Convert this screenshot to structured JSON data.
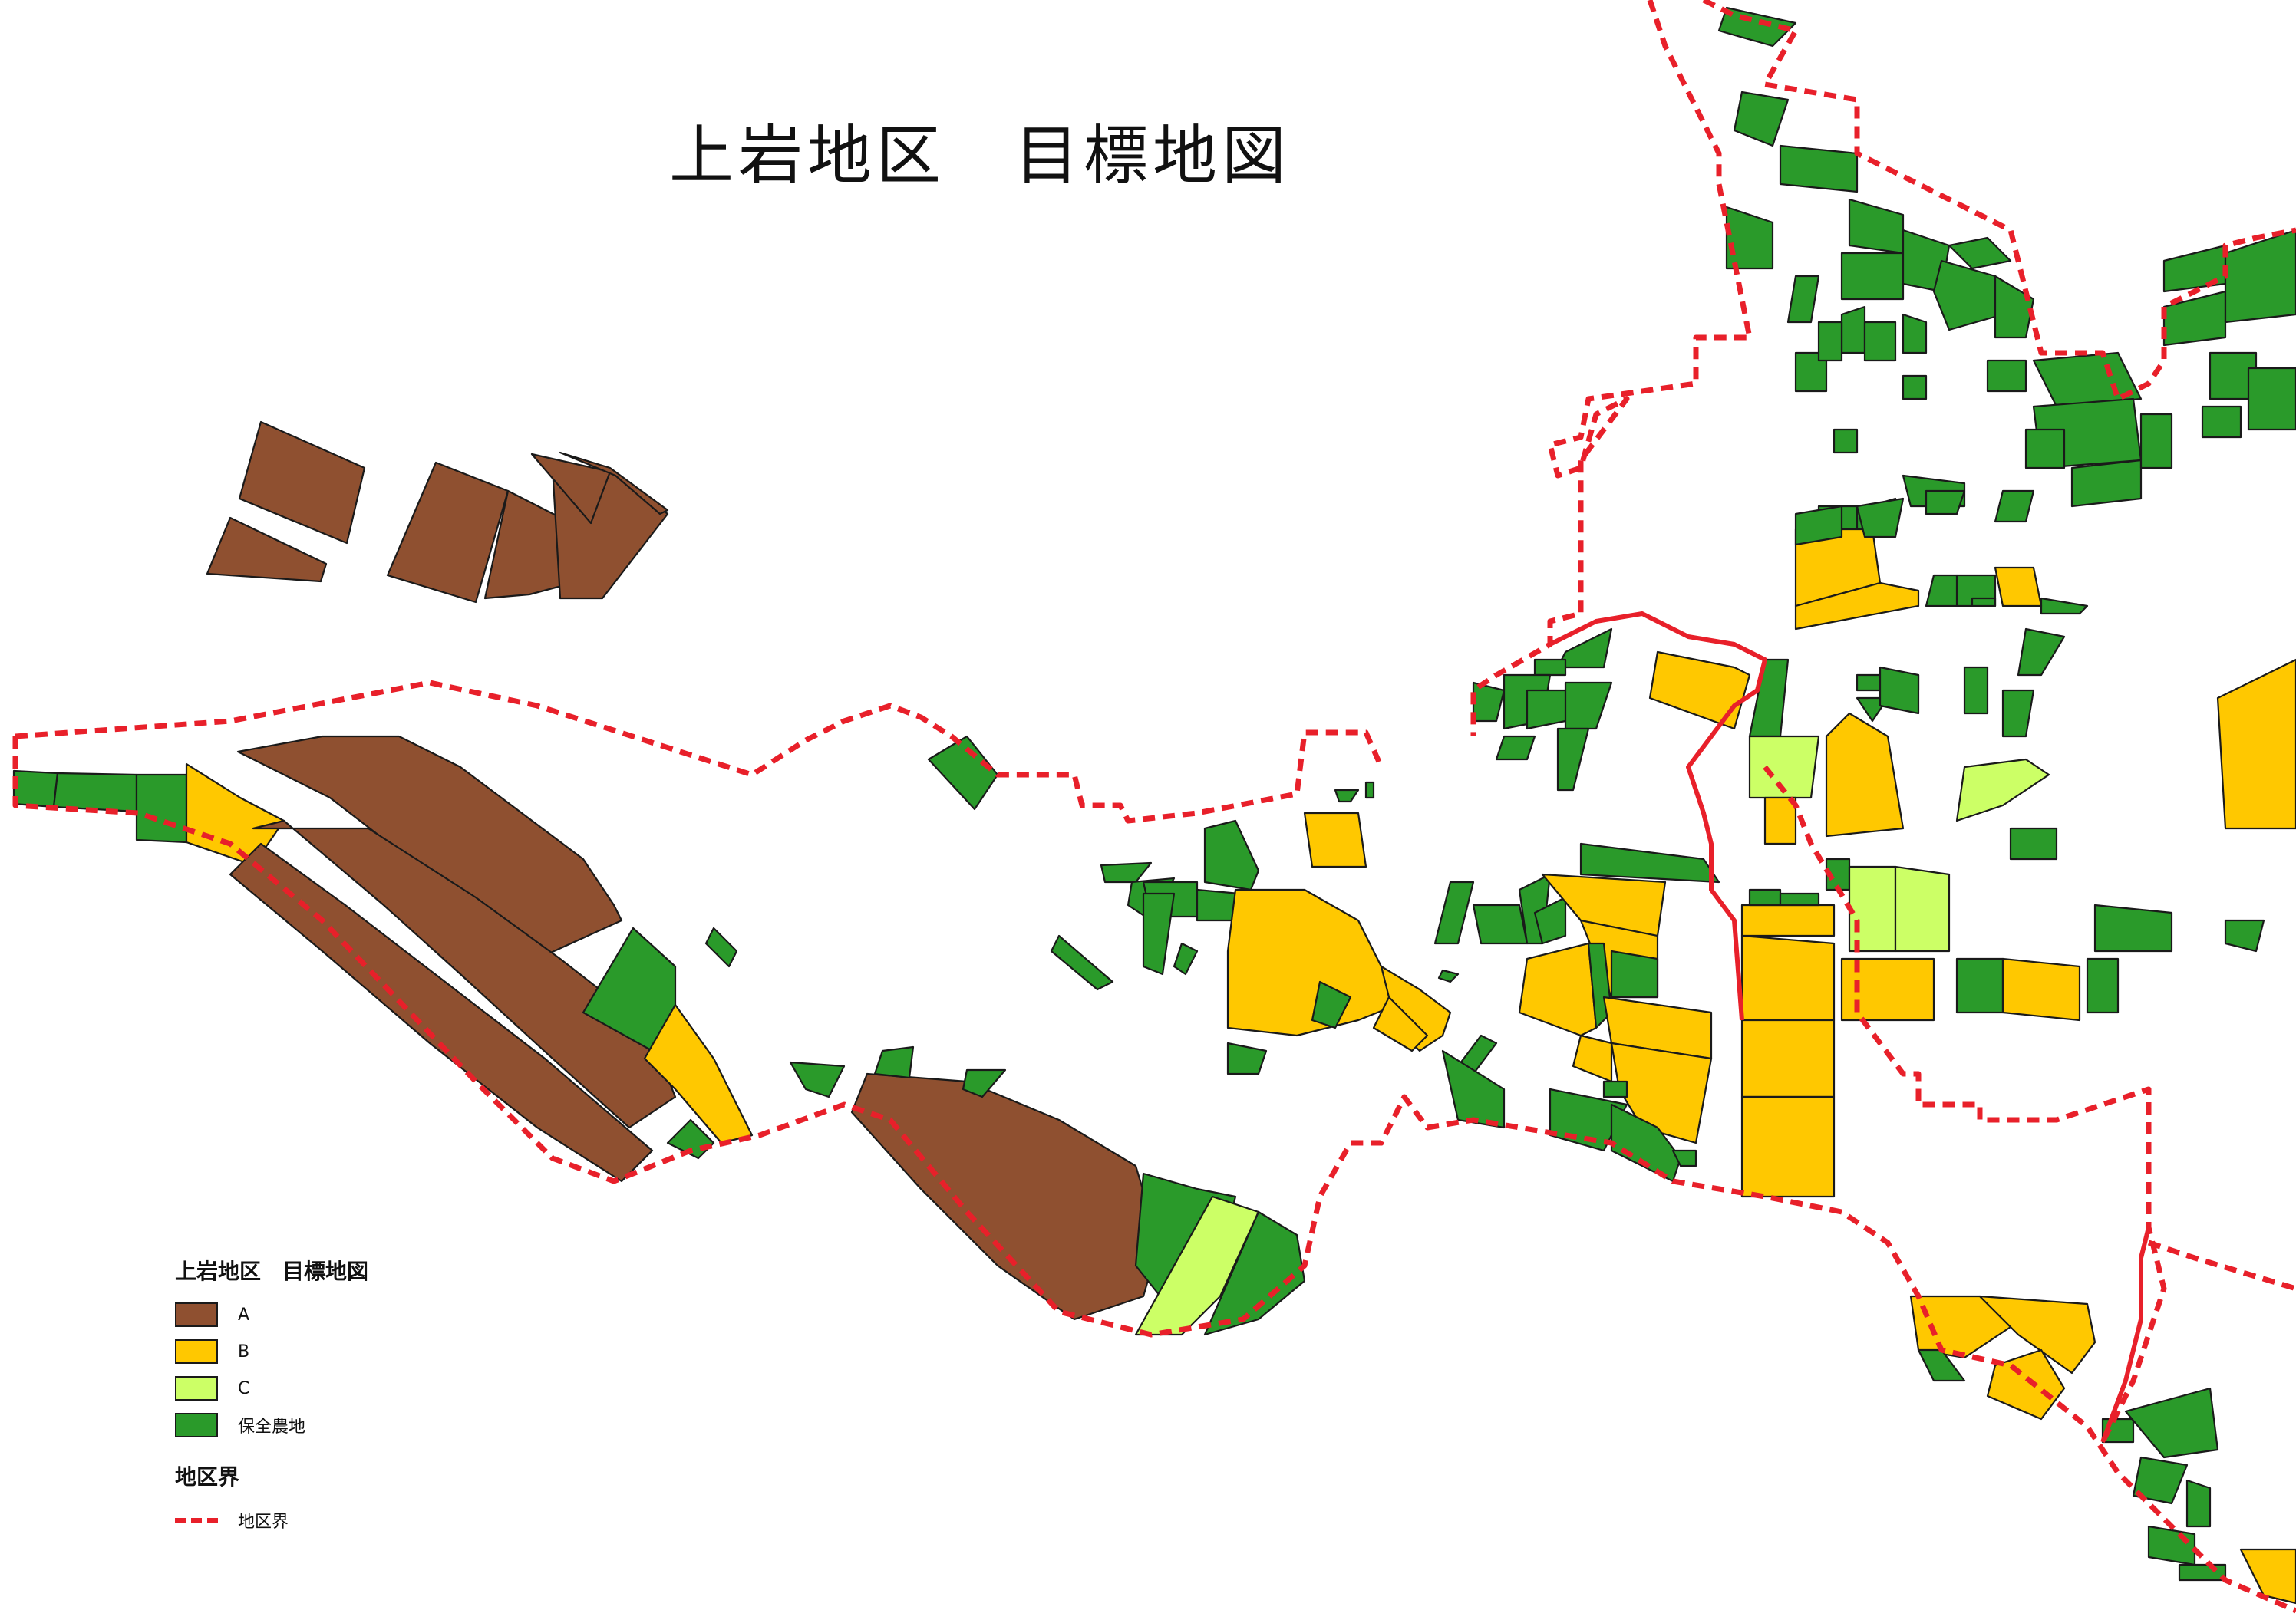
{
  "title": "上岩地区　目標地図",
  "colors": {
    "A": "#8f5030",
    "B": "#ffc800",
    "C": "#ccff66",
    "conserve": "#2a9a2a",
    "boundary": "#e8202a"
  },
  "legend": {
    "heading": "上岩地区　目標地図",
    "items": [
      {
        "key": "A",
        "label": "A"
      },
      {
        "key": "B",
        "label": "B"
      },
      {
        "key": "C",
        "label": "C"
      },
      {
        "key": "conserve",
        "label": "保全農地"
      }
    ],
    "boundary_heading": "地区界",
    "boundary_label": "地区界"
  }
}
